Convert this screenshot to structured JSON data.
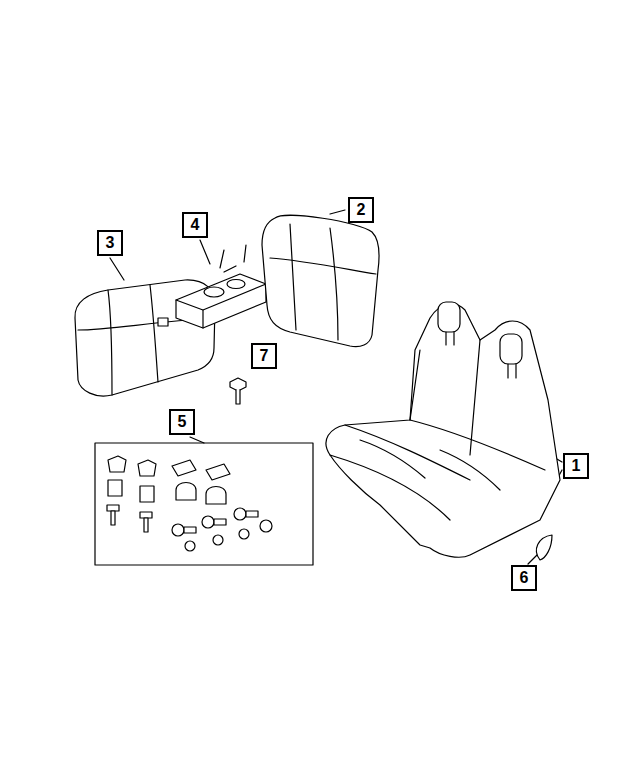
{
  "diagram": {
    "nodes": [
      {
        "text": [
          "2"
        ]
      },
      {
        "text": [
          "4"
        ]
      },
      {
        "text": [
          "3"
        ]
      },
      {
        "text": [
          "7"
        ]
      },
      {
        "text": [
          "5"
        ]
      },
      {
        "text": [
          "1"
        ]
      },
      {
        "text": [
          "6"
        ]
      }
    ]
  }
}
